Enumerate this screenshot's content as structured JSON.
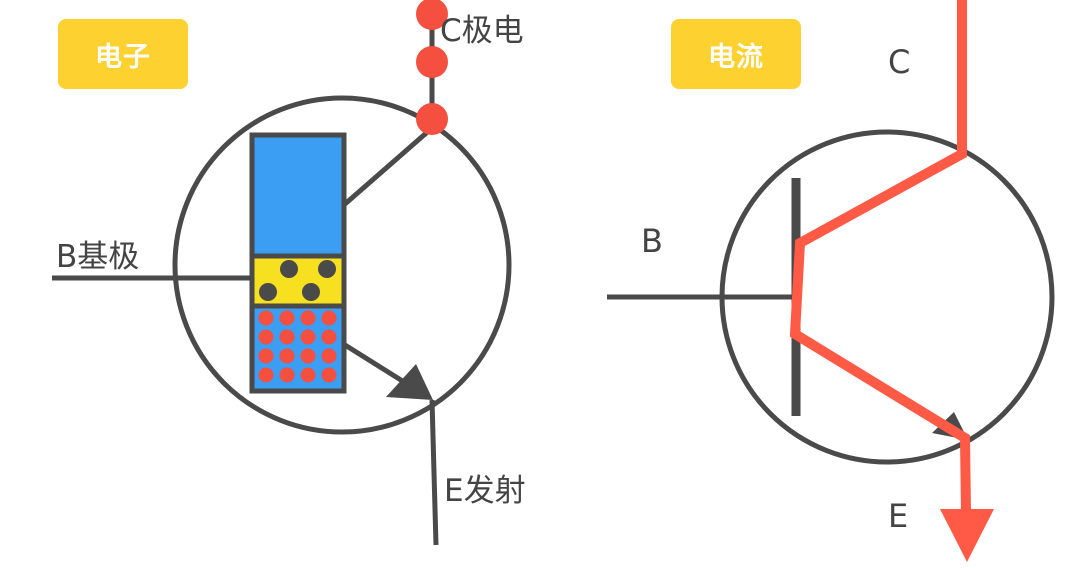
{
  "left_panel": {
    "badge": "电子",
    "collector_label": "C极电",
    "base_label": "B基极",
    "emitter_label": "E发射"
  },
  "right_panel": {
    "badge": "电流",
    "collector_label": "C",
    "base_label": "B",
    "emitter_label": "E"
  },
  "colors": {
    "stroke": "#4a4a4a",
    "electron": "#f44f3f",
    "current": "#ff5a45",
    "n_region": "#3b9ef3",
    "p_region": "#f7e01f",
    "badge": "#fdd12f",
    "hole_dot": "#4a4a4a"
  }
}
